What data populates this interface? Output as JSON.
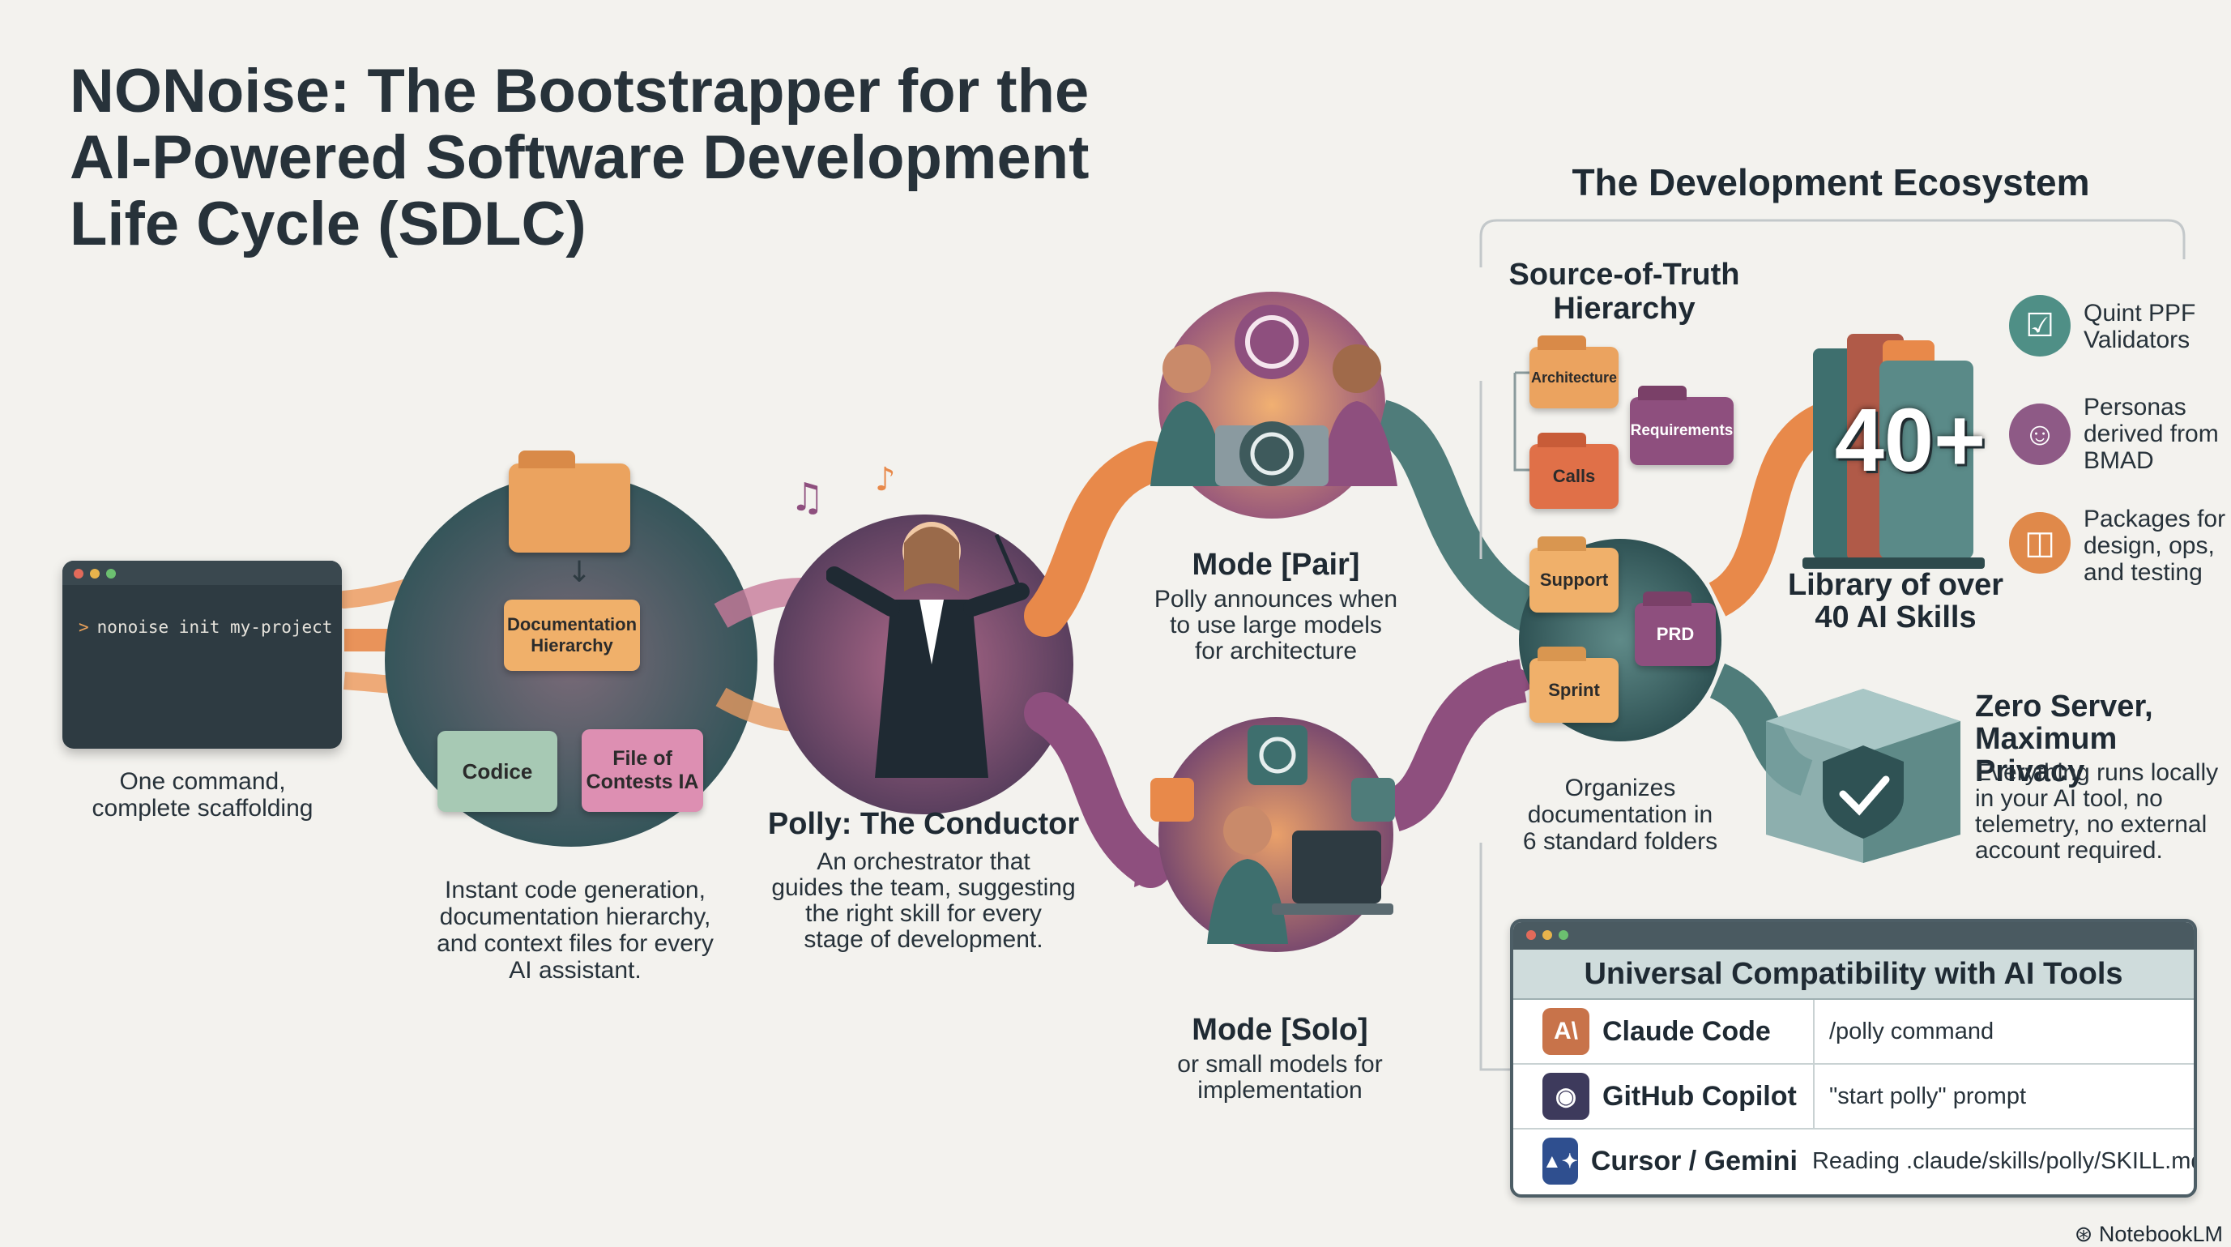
{
  "title": {
    "line1": "NONoise: The Bootstrapper for the",
    "line2": "AI-Powered Software Development",
    "line3": "Life Cycle (SDLC)"
  },
  "terminal": {
    "prompt": ">",
    "command": "nonoise init my-project",
    "caption_line1": "One command,",
    "caption_line2": "complete scaffolding",
    "dot_colors": [
      "#e26a5a",
      "#e7b34c",
      "#6cc070"
    ]
  },
  "scaffold": {
    "folders": {
      "doc_hierarchy_line1": "Documentation",
      "doc_hierarchy_line2": "Hierarchy",
      "codice": "Codice",
      "contests_line1": "File of",
      "contests_line2": "Contests IA"
    },
    "caption": {
      "line1": "Instant code generation,",
      "line2": "documentation hierarchy,",
      "line3": "and context files for every",
      "line4": "AI assistant."
    }
  },
  "conductor": {
    "heading": "Polly: The Conductor",
    "line1": "An orchestrator that",
    "line2": "guides the team, suggesting",
    "line3": "the right skill for every",
    "line4": "stage of development."
  },
  "mode_pair": {
    "heading": "Mode [Pair]",
    "line1": "Polly announces when",
    "line2": "to use large models",
    "line3": "for architecture"
  },
  "mode_solo": {
    "heading": "Mode [Solo]",
    "line1": "or small models for",
    "line2": "implementation"
  },
  "ecosystem": {
    "heading": "The Development Ecosystem",
    "hierarchy_line1": "Source-of-Truth",
    "hierarchy_line2": "Hierarchy",
    "folders": {
      "architecture": "Architecture",
      "requirements": "Requirements",
      "calls": "Calls",
      "support": "Support",
      "prd": "PRD",
      "sprint": "Sprint"
    },
    "folders_caption": {
      "line1": "Organizes",
      "line2": "documentation in",
      "line3": "6 standard folders"
    },
    "library_number": "40+",
    "library_line1": "Library of over",
    "library_line2": "40 AI Skills",
    "features": [
      {
        "icon": "checkbox-icon",
        "line1": "Quint PPF",
        "line2": "Validators",
        "line3": "",
        "color": "#4f8f86"
      },
      {
        "icon": "people-icon",
        "line1": "Personas",
        "line2": "derived from",
        "line3": "BMAD",
        "color": "#8e5a86"
      },
      {
        "icon": "package-icon",
        "line1": "Packages for",
        "line2": "design, ops,",
        "line3": "and testing",
        "color": "#e0894a"
      }
    ],
    "privacy_heading_line1": "Zero Server,",
    "privacy_heading_line2": "Maximum Privacy",
    "privacy_line1": "Everything runs locally",
    "privacy_line2": "in your AI tool, no",
    "privacy_line3": "telemetry, no external",
    "privacy_line4": "account required."
  },
  "compatibility": {
    "heading": "Universal Compatibility with AI Tools",
    "rows": [
      {
        "icon": "claude-icon",
        "glyph": "A\\",
        "tool": "Claude Code",
        "how": "/polly command",
        "color": "#c8734a"
      },
      {
        "icon": "copilot-icon",
        "glyph": "◉",
        "tool": "GitHub Copilot",
        "how": "\"start polly\" prompt",
        "color": "#3d3a5c"
      },
      {
        "icon": "cursor-gemini-icon",
        "glyph": "▲✦",
        "tool": "Cursor / Gemini",
        "how": "Reading .claude/skills/polly/SKILL.md",
        "color": "#2f4f8f"
      }
    ]
  },
  "brand": "NotebookLM",
  "colors": {
    "orange": "#e8894a",
    "purple": "#8e4f7e",
    "teal": "#3e6f6e",
    "dark": "#2e3b42"
  }
}
